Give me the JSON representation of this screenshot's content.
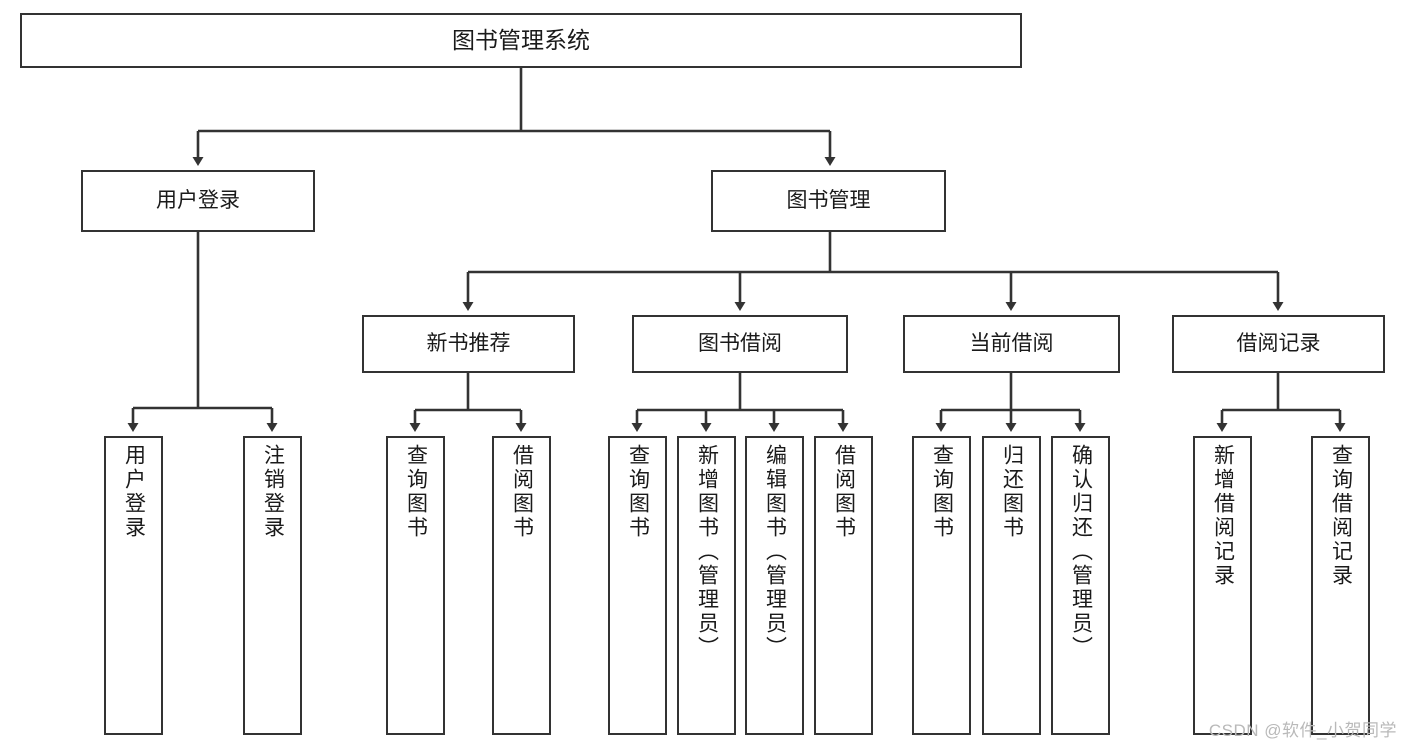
{
  "diagram": {
    "title": "图书管理系统",
    "type": "hierarchy-tree",
    "watermark": "CSDN @软件_小贺同学",
    "colors": {
      "stroke": "#333333",
      "fill": "#ffffff",
      "text": "#1a1a1a",
      "watermark": "#b9b9b9"
    },
    "nodes": {
      "root": {
        "label": "图书管理系统"
      },
      "user_login": {
        "label": "用户登录"
      },
      "book_mgmt": {
        "label": "图书管理"
      },
      "new_book": {
        "label": "新书推荐"
      },
      "borrow": {
        "label": "图书借阅"
      },
      "current": {
        "label": "当前借阅"
      },
      "records": {
        "label": "借阅记录"
      },
      "leaf_1": {
        "label": "用户登录"
      },
      "leaf_2": {
        "label": "注销登录"
      },
      "leaf_3": {
        "label": "查询图书"
      },
      "leaf_4": {
        "label": "借阅图书"
      },
      "leaf_5": {
        "label": "查询图书"
      },
      "leaf_6": {
        "label": "新增图书（管理员）"
      },
      "leaf_7": {
        "label": "编辑图书（管理员）"
      },
      "leaf_8": {
        "label": "借阅图书"
      },
      "leaf_9": {
        "label": "查询图书"
      },
      "leaf_10": {
        "label": "归还图书"
      },
      "leaf_11": {
        "label": "确认归还（管理员）"
      },
      "leaf_12": {
        "label": "新增借阅记录"
      },
      "leaf_13": {
        "label": "查询借阅记录"
      }
    },
    "edges": [
      {
        "from": "root",
        "to": "user_login"
      },
      {
        "from": "root",
        "to": "book_mgmt"
      },
      {
        "from": "book_mgmt",
        "to": "new_book"
      },
      {
        "from": "book_mgmt",
        "to": "borrow"
      },
      {
        "from": "book_mgmt",
        "to": "current"
      },
      {
        "from": "book_mgmt",
        "to": "records"
      },
      {
        "from": "user_login",
        "to": "leaf_1"
      },
      {
        "from": "user_login",
        "to": "leaf_2"
      },
      {
        "from": "new_book",
        "to": "leaf_3"
      },
      {
        "from": "new_book",
        "to": "leaf_4"
      },
      {
        "from": "borrow",
        "to": "leaf_5"
      },
      {
        "from": "borrow",
        "to": "leaf_6"
      },
      {
        "from": "borrow",
        "to": "leaf_7"
      },
      {
        "from": "borrow",
        "to": "leaf_8"
      },
      {
        "from": "current",
        "to": "leaf_9"
      },
      {
        "from": "current",
        "to": "leaf_10"
      },
      {
        "from": "current",
        "to": "leaf_11"
      },
      {
        "from": "records",
        "to": "leaf_12"
      },
      {
        "from": "records",
        "to": "leaf_13"
      }
    ]
  }
}
